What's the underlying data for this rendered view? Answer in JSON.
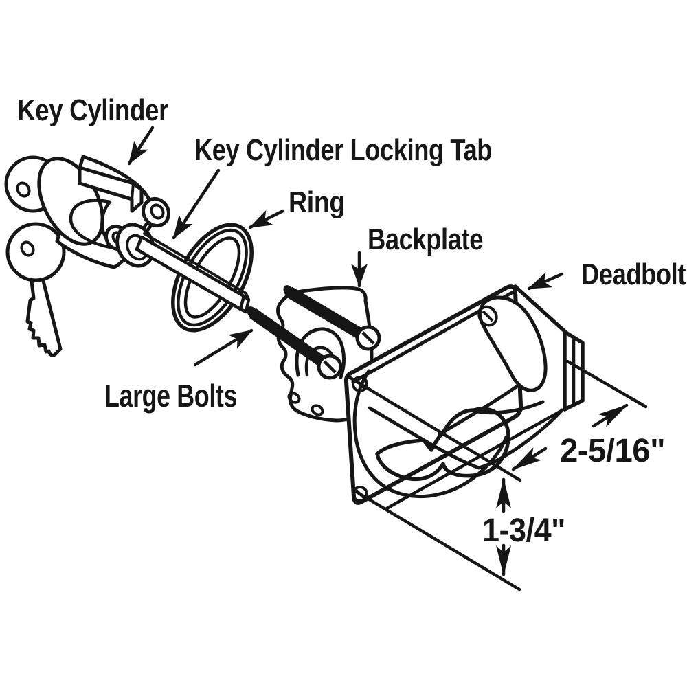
{
  "diagram": {
    "type": "exploded parts diagram of a sliding-door hook deadbolt lock",
    "colors": {
      "line": "#161616",
      "background": "#ffffff"
    },
    "labels": {
      "key_cylinder": "Key Cylinder",
      "key_cylinder_locking_tab": "Key Cylinder Locking Tab",
      "ring": "Ring",
      "backplate": "Backplate",
      "deadbolt": "Deadbolt",
      "large_bolts": "Large Bolts"
    },
    "dimensions": {
      "width": "2-5/16\"",
      "height": "1-3/4\""
    }
  }
}
